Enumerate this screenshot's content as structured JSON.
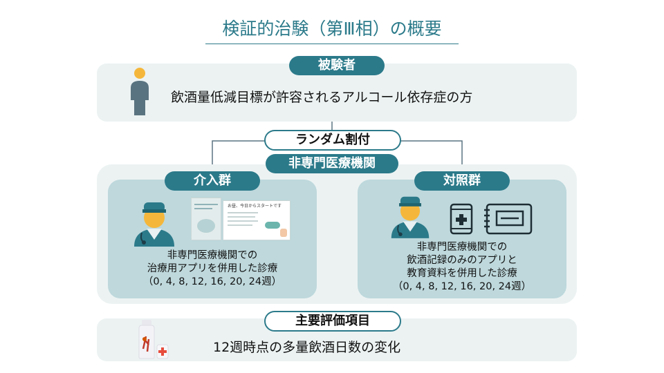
{
  "title": "検証的治験（第Ⅲ相）の概要",
  "subjects": {
    "label": "被験者",
    "description": "飲酒量低減目標が許容されるアルコール依存症の方"
  },
  "randomization": {
    "label": "ランダム割付"
  },
  "institution": {
    "label": "非専門医療機関"
  },
  "intervention": {
    "label": "介入群",
    "lines": [
      "非専門医療機関での",
      "治療用アプリを併用した診療",
      "（0, 4, 8, 12, 16, 20, 24週）"
    ],
    "app_screen_text": "お昼、今日からスタートです"
  },
  "control": {
    "label": "対照群",
    "lines": [
      "非専門医療機関での",
      "飲酒記録のみのアプリと",
      "教育資料を併用した診療",
      "（0, 4, 8, 12, 16, 20, 24週）"
    ]
  },
  "endpoint": {
    "label": "主要評価項目",
    "description": "12週時点の多量飲酒日数の変化"
  },
  "colors": {
    "accent": "#2b7a8a",
    "band": "#ecf2f2",
    "panel": "#bed8dc",
    "person": "#5a7380",
    "skin": "#f5b73b"
  },
  "icons": [
    "person-icon",
    "doctor-icon",
    "app-screenshot",
    "phone-medical-icon",
    "notebook-icon",
    "medicine-icon"
  ]
}
